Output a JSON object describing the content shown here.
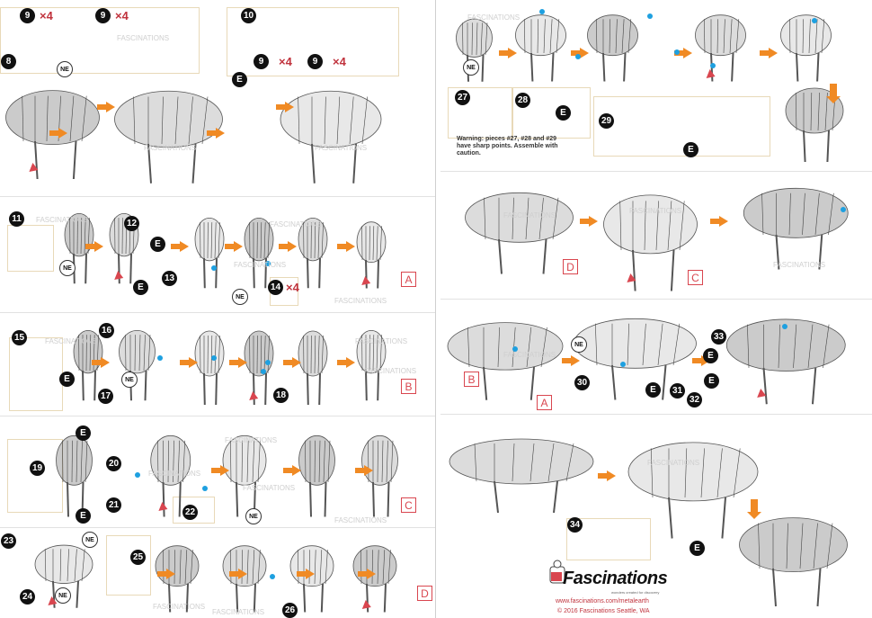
{
  "left_page": {
    "top_section": {
      "steps": [
        "9",
        "9",
        "8",
        "10",
        "9",
        "9"
      ],
      "quantity_label": "×4",
      "ne_label": "NE",
      "e_label": "E"
    },
    "row_a": {
      "steps": [
        "11",
        "12",
        "13",
        "14"
      ],
      "quantity_label": "×4",
      "letter": "A"
    },
    "row_b": {
      "steps": [
        "15",
        "16",
        "17",
        "18"
      ],
      "letter": "B"
    },
    "row_c": {
      "steps": [
        "19",
        "20",
        "21",
        "22"
      ],
      "letter": "C"
    },
    "row_d": {
      "steps": [
        "23",
        "24",
        "25",
        "26"
      ],
      "letter": "D"
    }
  },
  "right_page": {
    "head_section": {
      "steps": [
        "27",
        "28",
        "29"
      ],
      "warning": "Warning: pieces #27, #28 and #29 have sharp points. Assemble with caution."
    },
    "legs_section": {
      "letters": [
        "D",
        "C"
      ]
    },
    "body_section": {
      "letters": [
        "B",
        "A"
      ],
      "steps": [
        "30",
        "31",
        "32",
        "33"
      ]
    },
    "final_section": {
      "steps": [
        "34"
      ]
    },
    "brand": {
      "name": "Fascinations",
      "tagline": "wonders created for discovery",
      "url": "www.fascinations.com/metalearth",
      "copyright": "© 2016 Fascinations Seattle, WA"
    }
  },
  "watermark": "FASCINATIONS",
  "colors": {
    "accent_red": "#d9464f",
    "arrow_orange": "#f08a24",
    "dot_blue": "#1ea0e0"
  }
}
